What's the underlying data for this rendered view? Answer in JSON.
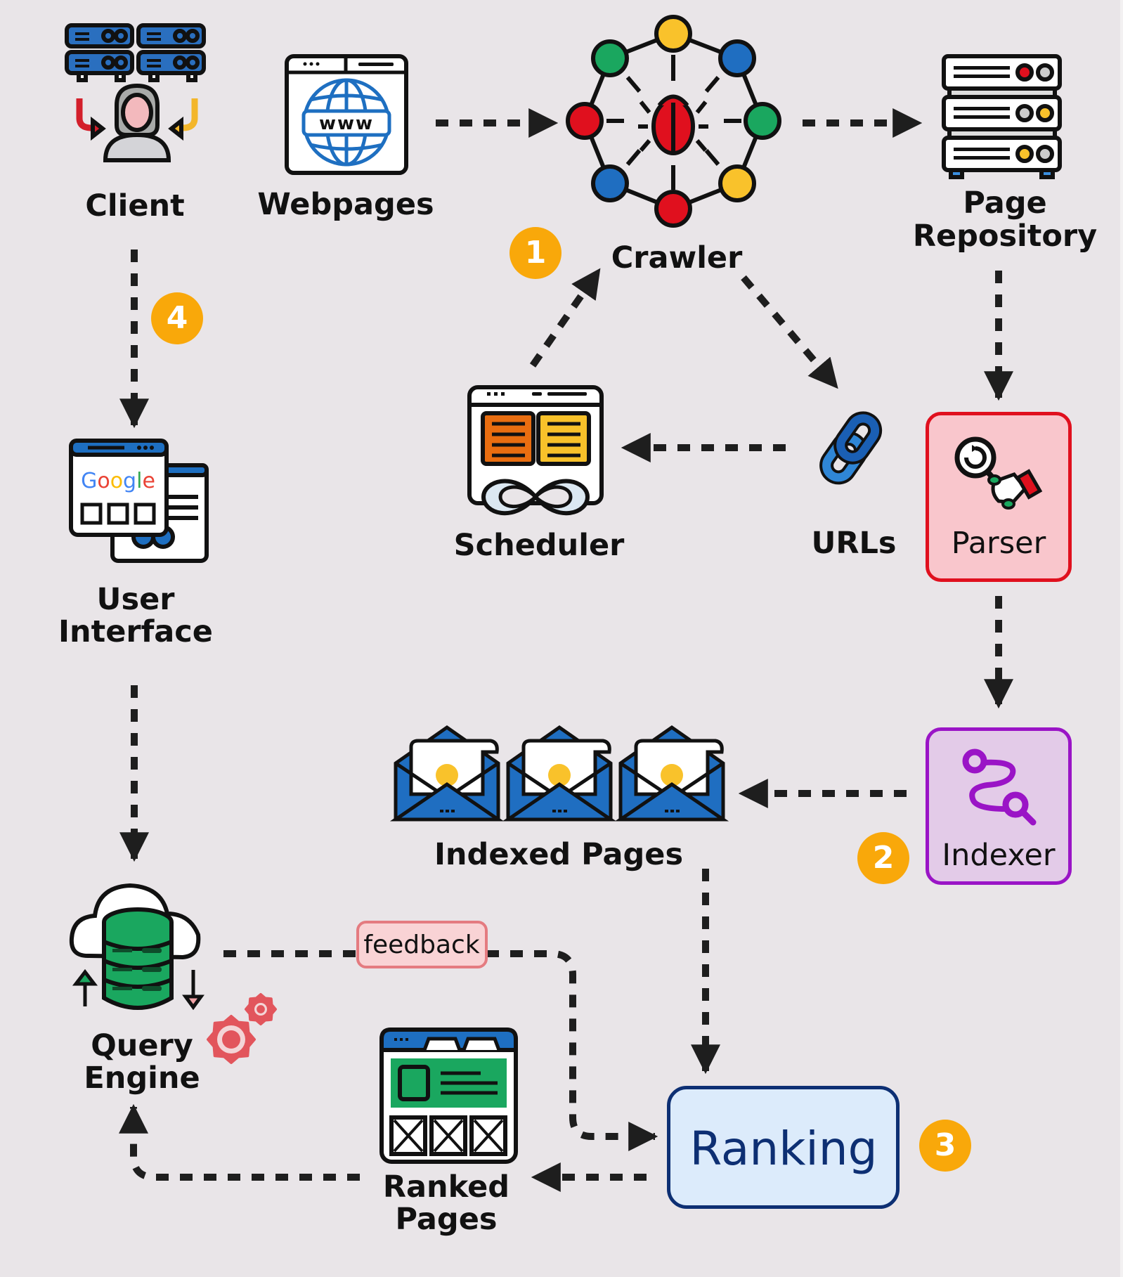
{
  "title": "Search Engine Architecture",
  "colors": {
    "background": "#e9e5e8",
    "badge": "#f9a80a",
    "arrow": "#1e1e1e",
    "parser_fill": "#f9c6cc",
    "parser_border": "#e0101e",
    "indexer_fill": "#e3cbe8",
    "indexer_border": "#9a14c6",
    "ranking_fill": "#dcebfb",
    "ranking_border": "#0d2f73",
    "feedback_fill": "#f9d3d5",
    "feedback_border": "#e47b80"
  },
  "nodes": {
    "client": {
      "label": "Client",
      "icon": "client-servers-user-icon"
    },
    "webpages": {
      "label": "Webpages",
      "icon": "www-globe-browser-icon"
    },
    "crawler": {
      "label": "Crawler",
      "icon": "bug-network-icon"
    },
    "page_repository": {
      "label_line1": "Page",
      "label_line2": "Repository",
      "icon": "server-rack-icon"
    },
    "scheduler": {
      "label": "Scheduler",
      "icon": "browser-infinity-icon"
    },
    "urls": {
      "label": "URLs",
      "icon": "chain-link-icon"
    },
    "parser": {
      "label": "Parser",
      "icon": "magnifier-hand-icon"
    },
    "user_interface": {
      "label_line1": "User",
      "label_line2": "Interface",
      "icon": "google-browser-icon",
      "brand_text": "Google"
    },
    "indexed_pages": {
      "label": "Indexed Pages",
      "icon": "envelope-document-icon",
      "count": 3
    },
    "indexer": {
      "label": "Indexer",
      "icon": "route-search-icon"
    },
    "query_engine": {
      "label_line1": "Query",
      "label_line2": "Engine",
      "icon": "cloud-database-gears-icon"
    },
    "ranked_pages": {
      "label_line1": "Ranked",
      "label_line2": "Pages",
      "icon": "browser-grid-icon"
    },
    "ranking": {
      "label": "Ranking"
    }
  },
  "badges": {
    "step1": "1",
    "step2": "2",
    "step3": "3",
    "step4": "4"
  },
  "feedback_label": "feedback",
  "edges": [
    {
      "from": "webpages",
      "to": "crawler"
    },
    {
      "from": "crawler",
      "to": "page_repository"
    },
    {
      "from": "page_repository",
      "to": "parser"
    },
    {
      "from": "scheduler",
      "to": "crawler"
    },
    {
      "from": "crawler",
      "to": "urls"
    },
    {
      "from": "urls",
      "to": "scheduler"
    },
    {
      "from": "parser",
      "to": "indexer"
    },
    {
      "from": "indexer",
      "to": "indexed_pages"
    },
    {
      "from": "indexed_pages",
      "to": "ranking"
    },
    {
      "from": "client",
      "to": "user_interface"
    },
    {
      "from": "user_interface",
      "to": "query_engine"
    },
    {
      "from": "query_engine",
      "to": "ranking",
      "label": "feedback"
    },
    {
      "from": "ranking",
      "to": "ranked_pages"
    },
    {
      "from": "ranked_pages",
      "to": "query_engine"
    }
  ]
}
